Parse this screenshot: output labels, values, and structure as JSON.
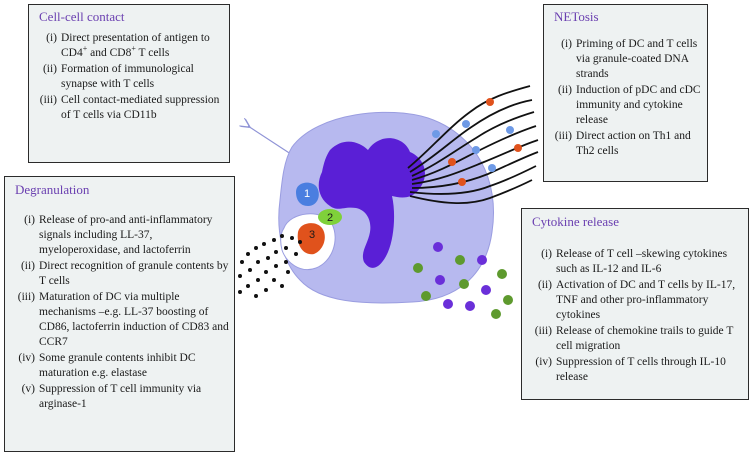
{
  "cell_cell_contact": {
    "title": "Cell-cell contact",
    "items": [
      {
        "num": "(i)",
        "text_a": "Direct presentation of antigen to CD4",
        "sup1": "+",
        "text_b": " and CD8",
        "sup2": "+",
        "text_c": " T cells"
      },
      {
        "num": "(ii)",
        "text": "Formation of immunological synapse with T cells"
      },
      {
        "num": "(iii)",
        "text": "Cell contact-mediated suppression of T cells via CD11b"
      }
    ]
  },
  "netosis": {
    "title": "NETosis",
    "items": [
      {
        "num": "(i)",
        "text": "Priming of DC and T cells via granule-coated DNA strands"
      },
      {
        "num": "(ii)",
        "text": "Induction of pDC and cDC immunity and cytokine release"
      },
      {
        "num": "(iii)",
        "text": "Direct action on Th1 and Th2 cells"
      }
    ]
  },
  "degranulation": {
    "title": "Degranulation",
    "items": [
      {
        "num": "(i)",
        "text": "Release of pro-and anti-inflammatory signals including LL-37, myeloperoxidase, and lactoferrin"
      },
      {
        "num": "(ii)",
        "text": "Direct recognition of granule contents by T cells"
      },
      {
        "num": "(iii)",
        "text": "Maturation of DC via multiple mechanisms –e.g. LL-37 boosting of CD86, lactoferrin induction of CD83 and CCR7"
      },
      {
        "num": "(iv)",
        "text": "Some granule contents inhibit DC maturation e.g. elastase"
      },
      {
        "num": "(v)",
        "text": "Suppression of T cell immunity via arginase-1"
      }
    ]
  },
  "cytokine_release": {
    "title": "Cytokine release",
    "items": [
      {
        "num": "(i)",
        "text": "Release of T cell –skewing cytokines such as IL-12 and IL-6"
      },
      {
        "num": "(ii)",
        "text": "Activation of DC and T cells by IL-17, TNF and other pro-inflammatory cytokines"
      },
      {
        "num": "(iii)",
        "text": "Release of chemokine trails to guide T cell migration"
      },
      {
        "num": "(iv)",
        "text": "Suppression of T cells through IL-10 release"
      }
    ]
  },
  "granule_labels": [
    "1",
    "2",
    "3"
  ],
  "colors": {
    "title": "#6a3fb0",
    "box_bg": "#eef2f2",
    "cell": "#b7b9ef",
    "nucleus": "#5a1fd6",
    "granule1": "#4a7ee0",
    "granule2": "#7fd13a",
    "granule3": "#e0521c",
    "cytokine_green": "#5e9a2e",
    "cytokine_purple": "#6a2fd9"
  }
}
